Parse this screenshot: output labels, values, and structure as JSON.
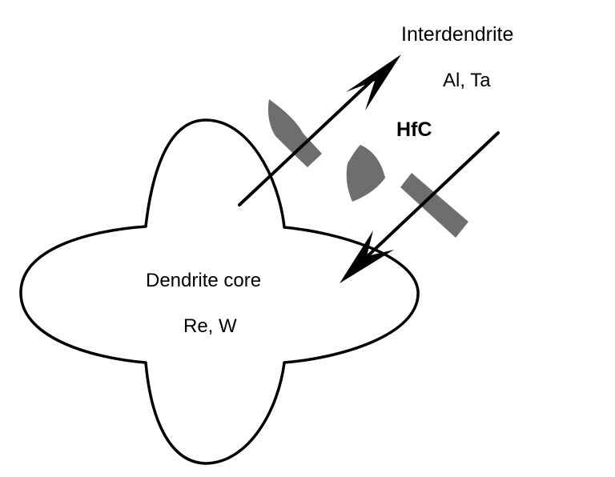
{
  "labels": {
    "interdendrite": "Interdendrite",
    "interdendrite_elements": "Al, Ta",
    "precipitate": "HfC",
    "dendrite_core": "Dendrite core",
    "core_elements": "Re, W"
  },
  "colors": {
    "outline": "#000000",
    "precipitate_fill": "#6e6e6e",
    "background": "#ffffff"
  }
}
